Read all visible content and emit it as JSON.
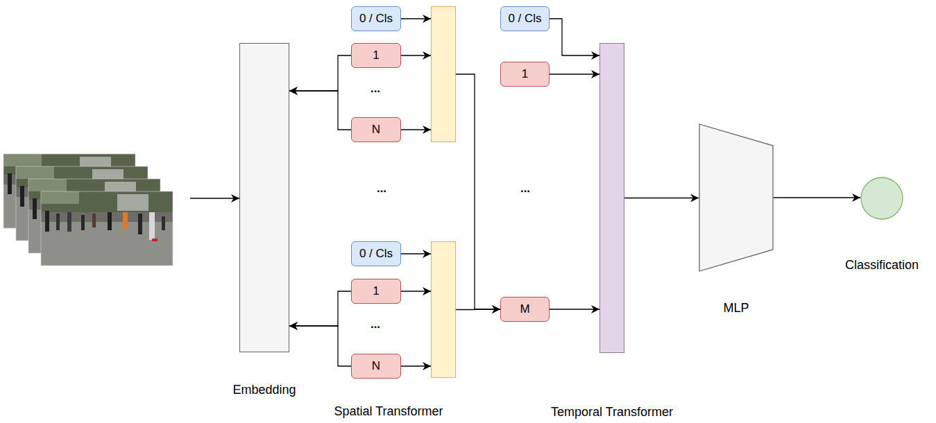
{
  "diagram": {
    "nodes": [
      {
        "text": [
          "Embedding"
        ]
      },
      {
        "text": [
          "0 / Cls"
        ]
      },
      {
        "text": [
          "1"
        ]
      },
      {
        "text": [
          "N"
        ]
      },
      {
        "text": []
      },
      {
        "text": [
          "0 / Cls"
        ]
      },
      {
        "text": [
          "1"
        ]
      },
      {
        "text": [
          "N"
        ]
      },
      {
        "text": []
      },
      {
        "text": [
          "0 / Cls"
        ]
      },
      {
        "text": [
          "1"
        ]
      },
      {
        "text": [
          "M"
        ]
      },
      {
        "text": [
          "Temporal Transformer"
        ]
      },
      {
        "text": [
          "MLP"
        ]
      },
      {
        "text": [
          "Classification"
        ]
      }
    ],
    "edges": [
      {
        "from": 2,
        "to": 0,
        "arrow": "to"
      },
      {
        "from": 3,
        "to": 0,
        "arrow": "to"
      },
      {
        "from": 6,
        "to": 0,
        "arrow": "to"
      },
      {
        "from": 7,
        "to": 0,
        "arrow": "to"
      },
      {
        "from": 1,
        "to": 4,
        "arrow": "to"
      },
      {
        "from": 2,
        "to": 4,
        "arrow": "to"
      },
      {
        "from": 3,
        "to": 4,
        "arrow": "to"
      },
      {
        "from": 5,
        "to": 8,
        "arrow": "to"
      },
      {
        "from": 6,
        "to": 8,
        "arrow": "to"
      },
      {
        "from": 7,
        "to": 8,
        "arrow": "to"
      },
      {
        "from": 4,
        "to": 11,
        "arrow": "to"
      },
      {
        "from": 8,
        "to": 11,
        "arrow": "to"
      },
      {
        "from": 9,
        "to": 12,
        "arrow": "to"
      },
      {
        "from": 10,
        "to": 12,
        "arrow": "to"
      },
      {
        "from": 11,
        "to": 12,
        "arrow": "to"
      },
      {
        "from": 12,
        "to": 13,
        "arrow": "to"
      },
      {
        "from": 13,
        "to": 14,
        "arrow": "to"
      }
    ],
    "labels": [
      "...",
      "...",
      "...",
      "...",
      "Spatial Transformer"
    ]
  }
}
